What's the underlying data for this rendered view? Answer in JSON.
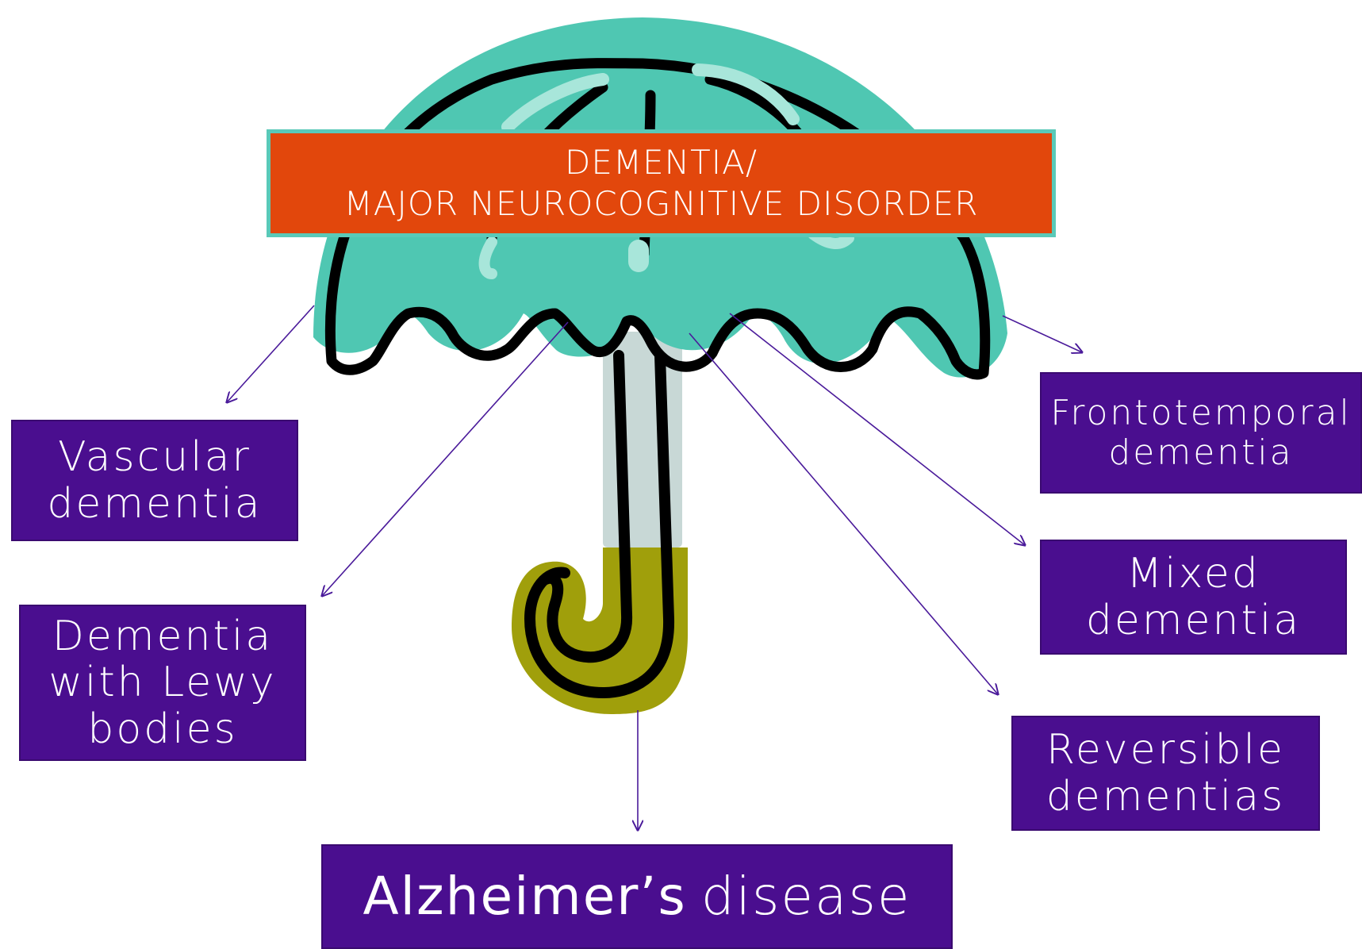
{
  "title": {
    "line1": "DEMENTIA/",
    "line2": "MAJOR NEUROCOGNITIVE DISORDER"
  },
  "types": {
    "vascular": [
      "Vascular",
      "dementia"
    ],
    "lewy": [
      "Dementia",
      "with Lewy",
      "bodies"
    ],
    "alzheimers": {
      "main": "Alzheimer’s",
      "rest": "disease"
    },
    "frontotemporal": [
      "Frontotemporal",
      "dementia"
    ],
    "mixed": [
      "Mixed",
      "dementia"
    ],
    "reversible": [
      "Reversible",
      "dementias"
    ]
  },
  "colors": {
    "canopy": "#4fc7b2",
    "canopy_highlight": "#a8e6da",
    "handle_hook": "#a09f0b",
    "shaft": "#c8d8d6",
    "banner": "#e2470c",
    "banner_border": "#5ac9b8",
    "box": "#4a0e8f",
    "arrow": "#4a1a9a"
  }
}
